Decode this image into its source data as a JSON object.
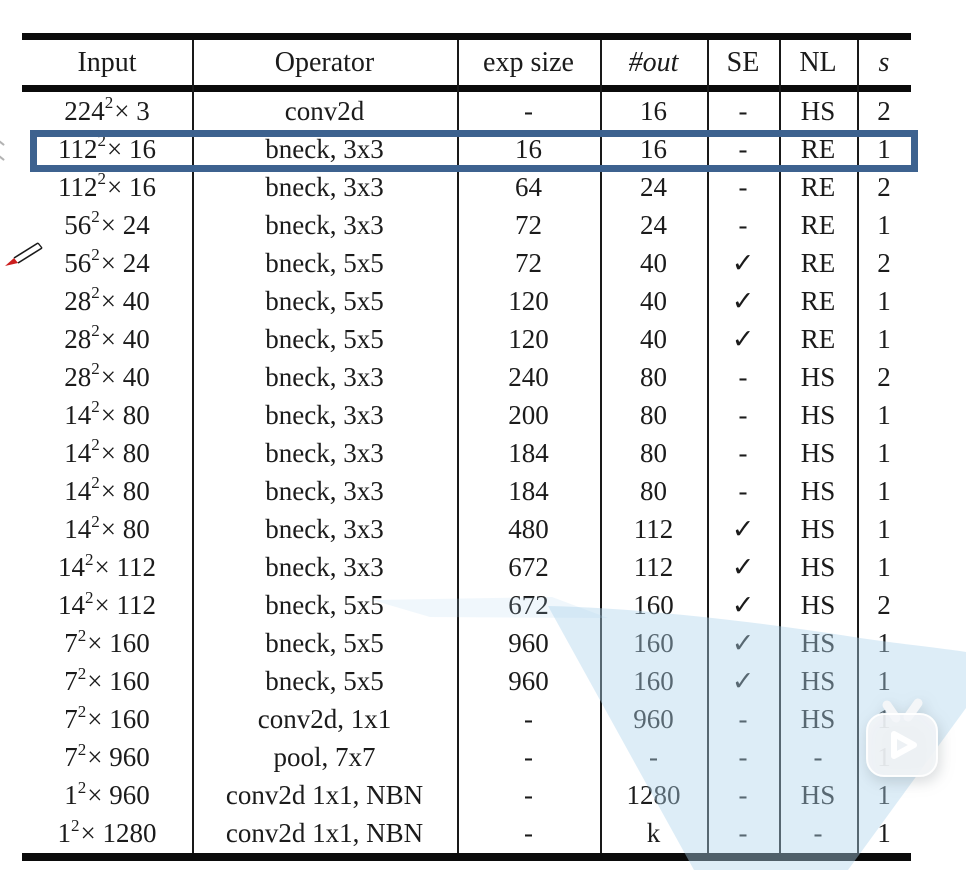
{
  "table": {
    "headers": [
      "Input",
      "Operator",
      "exp size",
      "#out",
      "SE",
      "NL",
      "s"
    ],
    "exponent": "2",
    "highlight_row_index": 1,
    "rows": [
      {
        "input": "224^2 × 3",
        "operator": "conv2d",
        "exp_size": "-",
        "out": "16",
        "se": "-",
        "nl": "HS",
        "s": "2"
      },
      {
        "input": "112^2 × 16",
        "operator": "bneck, 3x3",
        "exp_size": "16",
        "out": "16",
        "se": "-",
        "nl": "RE",
        "s": "1"
      },
      {
        "input": "112^2 × 16",
        "operator": "bneck, 3x3",
        "exp_size": "64",
        "out": "24",
        "se": "-",
        "nl": "RE",
        "s": "2"
      },
      {
        "input": "56^2 × 24",
        "operator": "bneck, 3x3",
        "exp_size": "72",
        "out": "24",
        "se": "-",
        "nl": "RE",
        "s": "1"
      },
      {
        "input": "56^2 × 24",
        "operator": "bneck, 5x5",
        "exp_size": "72",
        "out": "40",
        "se": "✓",
        "nl": "RE",
        "s": "2"
      },
      {
        "input": "28^2 × 40",
        "operator": "bneck, 5x5",
        "exp_size": "120",
        "out": "40",
        "se": "✓",
        "nl": "RE",
        "s": "1"
      },
      {
        "input": "28^2 × 40",
        "operator": "bneck, 5x5",
        "exp_size": "120",
        "out": "40",
        "se": "✓",
        "nl": "RE",
        "s": "1"
      },
      {
        "input": "28^2 × 40",
        "operator": "bneck, 3x3",
        "exp_size": "240",
        "out": "80",
        "se": "-",
        "nl": "HS",
        "s": "2"
      },
      {
        "input": "14^2 × 80",
        "operator": "bneck, 3x3",
        "exp_size": "200",
        "out": "80",
        "se": "-",
        "nl": "HS",
        "s": "1"
      },
      {
        "input": "14^2 × 80",
        "operator": "bneck, 3x3",
        "exp_size": "184",
        "out": "80",
        "se": "-",
        "nl": "HS",
        "s": "1"
      },
      {
        "input": "14^2 × 80",
        "operator": "bneck, 3x3",
        "exp_size": "184",
        "out": "80",
        "se": "-",
        "nl": "HS",
        "s": "1"
      },
      {
        "input": "14^2 × 80",
        "operator": "bneck, 3x3",
        "exp_size": "480",
        "out": "112",
        "se": "✓",
        "nl": "HS",
        "s": "1"
      },
      {
        "input": "14^2 × 112",
        "operator": "bneck, 3x3",
        "exp_size": "672",
        "out": "112",
        "se": "✓",
        "nl": "HS",
        "s": "1"
      },
      {
        "input": "14^2 × 112",
        "operator": "bneck, 5x5",
        "exp_size": "672",
        "out": "160",
        "se": "✓",
        "nl": "HS",
        "s": "2"
      },
      {
        "input": "7^2 × 160",
        "operator": "bneck, 5x5",
        "exp_size": "960",
        "out": "160",
        "se": "✓",
        "nl": "HS",
        "s": "1"
      },
      {
        "input": "7^2 × 160",
        "operator": "bneck, 5x5",
        "exp_size": "960",
        "out": "160",
        "se": "✓",
        "nl": "HS",
        "s": "1"
      },
      {
        "input": "7^2 × 160",
        "operator": "conv2d, 1x1",
        "exp_size": "-",
        "out": "960",
        "se": "-",
        "nl": "HS",
        "s": "1"
      },
      {
        "input": "7^2 × 960",
        "operator": "pool, 7x7",
        "exp_size": "-",
        "out": "-",
        "se": "-",
        "nl": "-",
        "s": "1"
      },
      {
        "input": "1^2 × 960",
        "operator": "conv2d 1x1, NBN",
        "exp_size": "-",
        "out": "1280",
        "se": "-",
        "nl": "HS",
        "s": "1"
      },
      {
        "input": "1^2 × 1280",
        "operator": "conv2d 1x1, NBN",
        "exp_size": "-",
        "out": "k",
        "se": "-",
        "nl": "-",
        "s": "1"
      }
    ]
  },
  "annotations": {
    "highlight_box_color": "#3d628f",
    "pencil_tip_color": "#cc1f1f"
  },
  "overlay": {
    "watermark_color": "#aed4ec",
    "tv_icon_color": "#f4f6f8"
  }
}
